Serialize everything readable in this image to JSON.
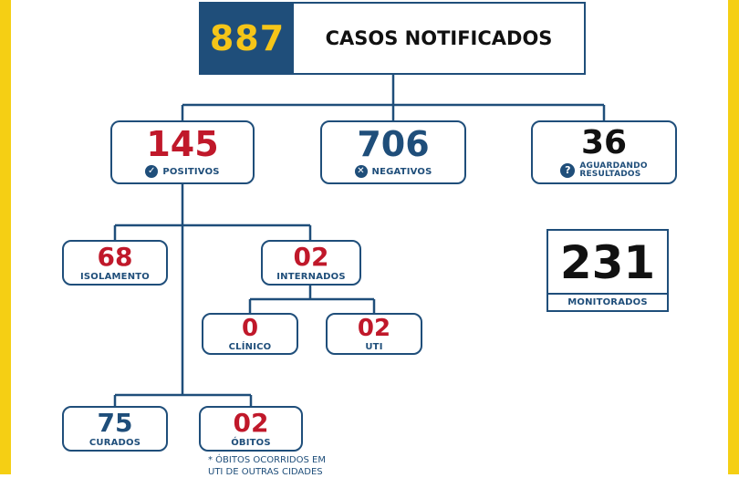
{
  "header": {
    "total": "887",
    "title": "CASOS NOTIFICADOS"
  },
  "positivos": {
    "value": "145",
    "label": "POSITIVOS",
    "icon": "check-circle-icon"
  },
  "negativos": {
    "value": "706",
    "label": "NEGATIVOS",
    "icon": "x-circle-icon"
  },
  "aguardando": {
    "value": "36",
    "label_line1": "AGUARDANDO",
    "label_line2": "RESULTADOS",
    "icon": "question-circle-icon"
  },
  "isolamento": {
    "value": "68",
    "label": "ISOLAMENTO"
  },
  "internados": {
    "value": "02",
    "label": "INTERNADOS"
  },
  "clinico": {
    "value": "0",
    "label": "CLÍNICO"
  },
  "uti": {
    "value": "02",
    "label": "UTI"
  },
  "curados": {
    "value": "75",
    "label": "CURADOS"
  },
  "obitos": {
    "value": "02",
    "label": "ÓBITOS"
  },
  "monitorados": {
    "value": "231",
    "label": "MONITORADOS"
  },
  "footnote": {
    "line1": "* ÓBITOS OCORRIDOS EM",
    "line2": "UTI DE OUTRAS CIDADES"
  },
  "colors": {
    "navy": "#1f4e7a",
    "red": "#c0182a",
    "yellow": "#f5cf14",
    "total_yellow": "#f5c518"
  }
}
